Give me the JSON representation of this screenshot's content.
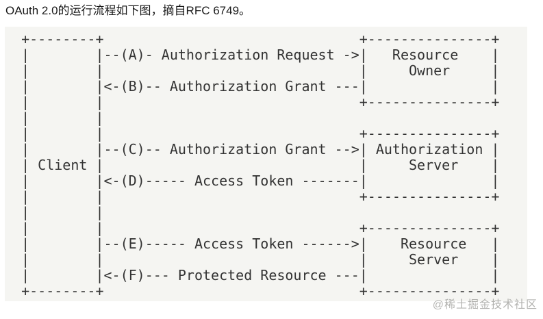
{
  "intro": {
    "text": "OAuth 2.0的运行流程如下图，摘自RFC 6749。"
  },
  "diagram": {
    "type": "ascii-flow-diagram",
    "entities": [
      "Client",
      "Resource Owner",
      "Authorization Server",
      "Resource Server"
    ],
    "steps": [
      {
        "id": "A",
        "from": "Client",
        "to": "Resource Owner",
        "label": "Authorization Request"
      },
      {
        "id": "B",
        "from": "Resource Owner",
        "to": "Client",
        "label": "Authorization Grant"
      },
      {
        "id": "C",
        "from": "Client",
        "to": "Authorization Server",
        "label": "Authorization Grant"
      },
      {
        "id": "D",
        "from": "Authorization Server",
        "to": "Client",
        "label": "Access Token"
      },
      {
        "id": "E",
        "from": "Client",
        "to": "Resource Server",
        "label": "Access Token"
      },
      {
        "id": "F",
        "from": "Resource Server",
        "to": "Client",
        "label": "Protected Resource"
      }
    ],
    "ascii_lines": [
      "  +--------+                               +---------------+",
      "  |        |--(A)- Authorization Request ->|   Resource    |",
      "  |        |                               |     Owner     |",
      "  |        |<-(B)-- Authorization Grant ---|               |",
      "  |        |                               +---------------+",
      "  |        |",
      "  |        |                               +---------------+",
      "  |        |--(C)-- Authorization Grant -->| Authorization |",
      "  | Client |                               |     Server    |",
      "  |        |<-(D)----- Access Token -------|               |",
      "  |        |                               +---------------+",
      "  |        |",
      "  |        |                               +---------------+",
      "  |        |--(E)----- Access Token ------>|    Resource   |",
      "  |        |                               |     Server    |",
      "  |        |<-(F)--- Protected Resource ---|               |",
      "  +--------+                               +---------------+"
    ]
  },
  "watermark": {
    "text": "@稀土掘金技术社区"
  },
  "colors": {
    "page_background": "#ffffff",
    "code_block_background": "#f5f5f2",
    "code_text": "#333333",
    "intro_text": "#1a1a1a",
    "watermark_text": "#b3b3b0"
  }
}
